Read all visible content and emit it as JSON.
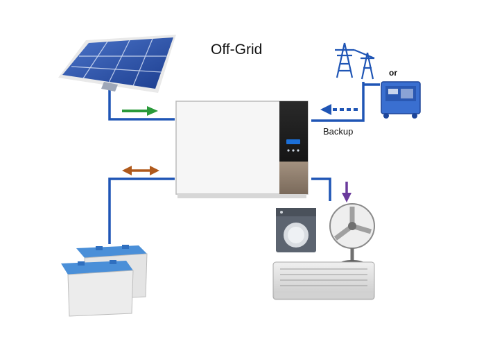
{
  "title": "Off-Grid",
  "or_label": "or",
  "backup_label": "Backup",
  "colors": {
    "wire": "#1f55b5",
    "solar_arrow": "#2a9a3a",
    "battery_arrow": "#b05a1c",
    "backup_arrow": "#1f55b5",
    "load_arrow": "#6a3a9c"
  },
  "components": [
    {
      "name": "solar-panel",
      "icon": "solar-panel-icon"
    },
    {
      "name": "inverter",
      "icon": "inverter-icon"
    },
    {
      "name": "grid",
      "icon": "transmission-tower-icon"
    },
    {
      "name": "generator",
      "icon": "generator-icon"
    },
    {
      "name": "battery",
      "icon": "battery-icon"
    },
    {
      "name": "washing-machine",
      "icon": "washing-machine-icon"
    },
    {
      "name": "fan",
      "icon": "fan-icon"
    },
    {
      "name": "air-conditioner",
      "icon": "air-conditioner-icon"
    }
  ]
}
